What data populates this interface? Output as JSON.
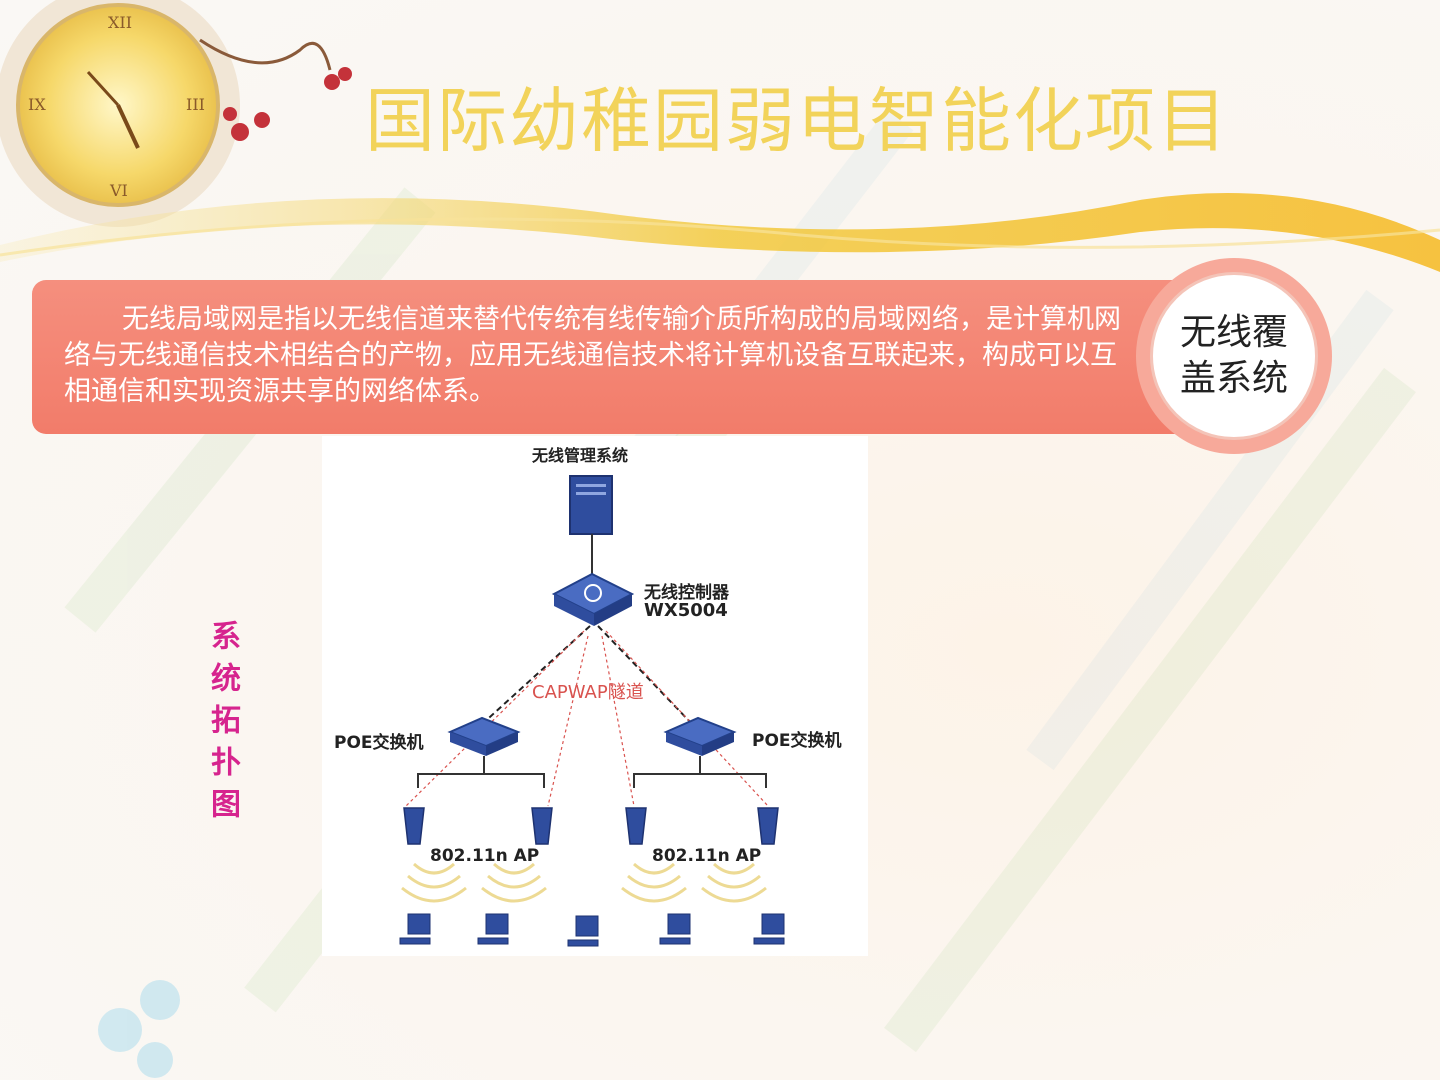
{
  "title": "国际幼稚园弱电智能化项目",
  "description": "无线局域网是指以无线信道来替代传统有线传输介质所构成的局域网络，是计算机网络与无线通信技术相结合的产物，应用无线通信技术将计算机设备互联起来，构成可以互相通信和实现资源共享的网络体系。",
  "badge": {
    "line1": "无线覆",
    "line2": "盖系统"
  },
  "side_label": "系统拓扑图",
  "diagram": {
    "management_system": "无线管理系统",
    "controller_name": "无线控制器",
    "controller_model": "WX5004",
    "tunnel_label": "CAPWAP隧道",
    "switch_left": "POE交换机",
    "switch_right": "POE交换机",
    "ap_left": "802.11n AP",
    "ap_right": "802.11n AP"
  },
  "colors": {
    "title": "#f2d35a",
    "desc_box": "#f27c6a",
    "badge_ring": "#f7a99a",
    "side_label": "#d6248e",
    "tunnel_label": "#d9534f",
    "device_blue": "#2f4d9e"
  }
}
